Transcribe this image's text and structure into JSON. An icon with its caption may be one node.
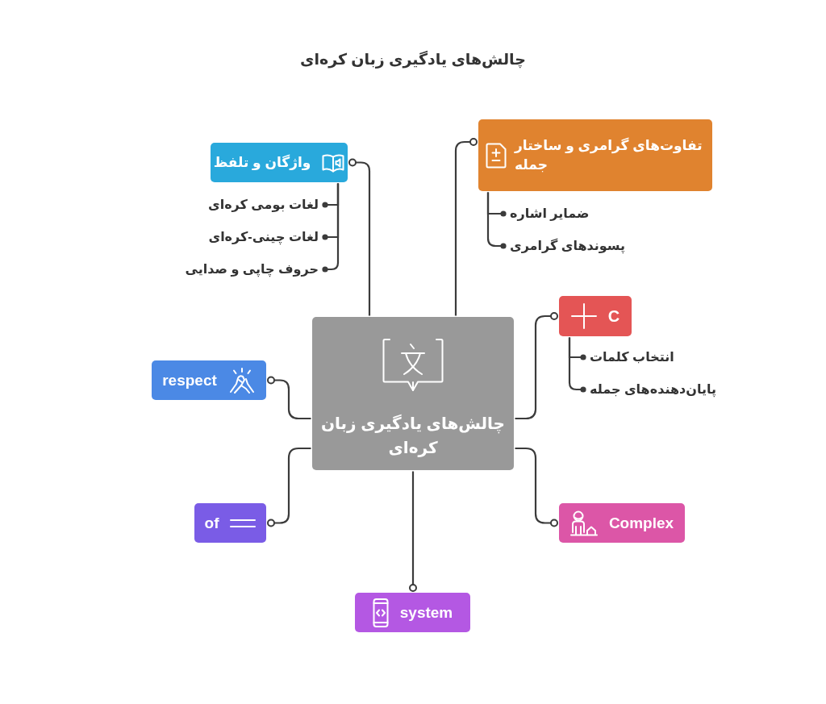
{
  "diagram": {
    "title": "چالش‌های یادگیری زبان کره‌ای",
    "nodes": [
      {
        "text": [
          "چالش‌های یادگیری زبان کره‌ای"
        ]
      },
      {
        "text": [
          "واژگان و تلفظ"
        ]
      },
      {
        "text": [
          "لغات بومی کره‌ای"
        ]
      },
      {
        "text": [
          "لغات چینی-کره‌ای"
        ]
      },
      {
        "text": [
          "حروف چاپی و صدایی"
        ]
      },
      {
        "text": [
          "تفاوت‌های گرامری و ساختار جمله"
        ]
      },
      {
        "text": [
          "ضمایر اشاره"
        ]
      },
      {
        "text": [
          "پسوندهای گرامری"
        ]
      },
      {
        "text": [
          "C"
        ]
      },
      {
        "text": [
          "انتخاب کلمات"
        ]
      },
      {
        "text": [
          "پایان‌دهنده‌های جمله"
        ]
      },
      {
        "text": [
          "respect"
        ]
      },
      {
        "text": [
          "of"
        ]
      },
      {
        "text": [
          "Complex"
        ]
      },
      {
        "text": [
          "system"
        ]
      }
    ],
    "edges": [
      {
        "from": 0,
        "to": 1,
        "arrow": "other"
      },
      {
        "from": 0,
        "to": 5,
        "arrow": "other"
      },
      {
        "from": 0,
        "to": 8,
        "arrow": "other"
      },
      {
        "from": 0,
        "to": 11,
        "arrow": "other"
      },
      {
        "from": 0,
        "to": 12,
        "arrow": "other"
      },
      {
        "from": 0,
        "to": 13,
        "arrow": "other"
      },
      {
        "from": 0,
        "to": 14,
        "arrow": "other"
      },
      {
        "from": 1,
        "to": 2,
        "arrow": "other"
      },
      {
        "from": 1,
        "to": 3,
        "arrow": "other"
      },
      {
        "from": 1,
        "to": 4,
        "arrow": "other"
      },
      {
        "from": 5,
        "to": 6,
        "arrow": "other"
      },
      {
        "from": 5,
        "to": 7,
        "arrow": "other"
      },
      {
        "from": 8,
        "to": 9,
        "arrow": "other"
      },
      {
        "from": 8,
        "to": 10,
        "arrow": "other"
      }
    ]
  }
}
